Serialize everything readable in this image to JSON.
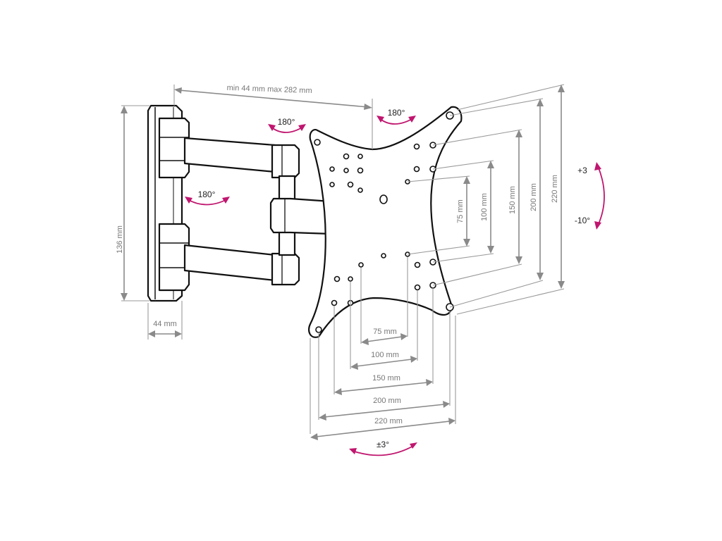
{
  "colors": {
    "outline": "#111111",
    "dimension": "#8a8a8a",
    "rotation": "#c0166f",
    "background": "#ffffff"
  },
  "dimensions": {
    "arm_extension": "min 44 mm max 282 mm",
    "wall_plate_height": "136 mm",
    "wall_plate_depth": "44 mm",
    "vertical": [
      "75 mm",
      "100 mm",
      "150 mm",
      "200 mm",
      "220 mm"
    ],
    "horizontal": [
      "75 mm",
      "100 mm",
      "150 mm",
      "200 mm",
      "220 mm"
    ]
  },
  "rotations": {
    "top_arm": "180°",
    "mid_arm": "180°",
    "plate": "180°",
    "tilt_up": "+3",
    "tilt_down": "-10°",
    "level": "±3°"
  }
}
